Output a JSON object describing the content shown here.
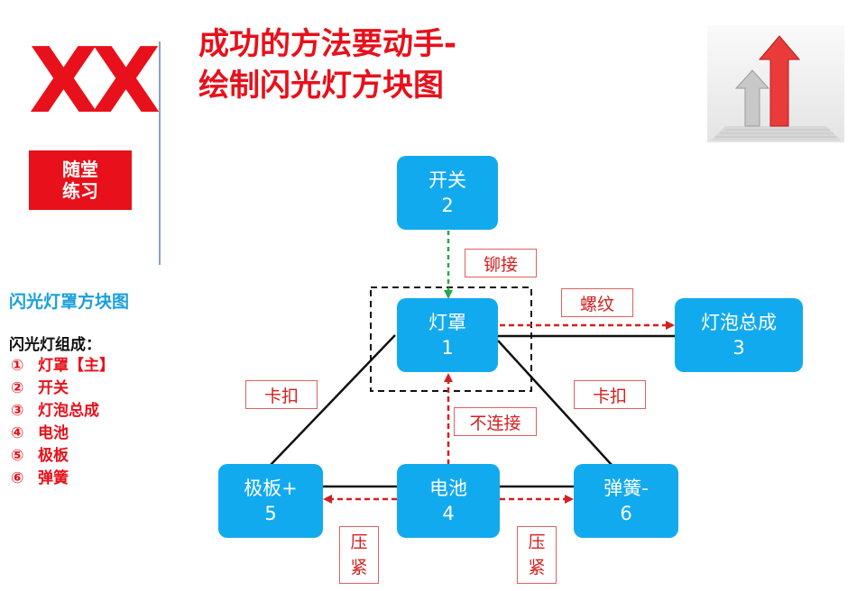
{
  "header": {
    "logo_text": "XX",
    "badge_line1": "随堂",
    "badge_line2": "练习",
    "title_line1": "成功的方法要动手-",
    "title_line2": "绘制闪光灯方块图"
  },
  "sidebar": {
    "heading": "闪光灯罩方块图",
    "components_title": "闪光灯组成：",
    "components": [
      {
        "num": "①",
        "name": "灯罩【主】"
      },
      {
        "num": "②",
        "name": "开关"
      },
      {
        "num": "③",
        "name": "灯泡总成"
      },
      {
        "num": "④",
        "name": "电池"
      },
      {
        "num": "⑤",
        "name": "极板"
      },
      {
        "num": "⑥",
        "name": "弹簧"
      }
    ]
  },
  "diagram": {
    "nodes": {
      "switch": {
        "name": "开关",
        "num": "2"
      },
      "cover": {
        "name": "灯罩",
        "num": "1"
      },
      "bulb": {
        "name": "灯泡总成",
        "num": "3"
      },
      "plate": {
        "name": "极板+",
        "num": "5"
      },
      "battery": {
        "name": "电池",
        "num": "4"
      },
      "spring": {
        "name": "弹簧-",
        "num": "6"
      }
    },
    "labels": {
      "rivet": "铆接",
      "thread": "螺纹",
      "clip_left": "卡扣",
      "clip_right": "卡扣",
      "no_connect": "不连接",
      "press_left_1": "压",
      "press_left_2": "紧",
      "press_right_1": "压",
      "press_right_2": "紧"
    },
    "colors": {
      "node": "#12aaee",
      "red_dashed": "#d42020",
      "green_dashed": "#2aa84a",
      "solid": "#111111"
    }
  }
}
